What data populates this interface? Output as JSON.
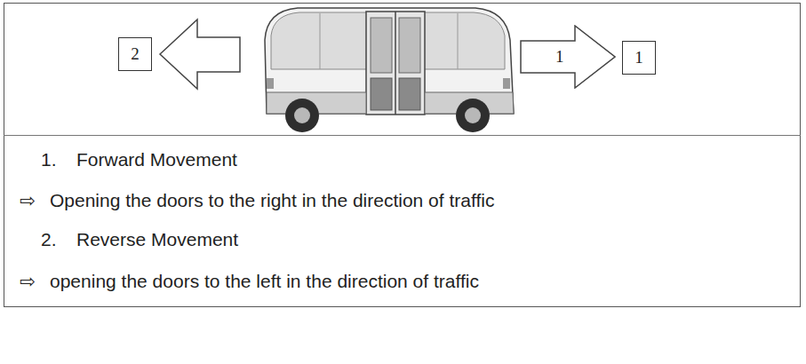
{
  "diagram": {
    "nodes": [
      {
        "text": [
          "2"
        ]
      },
      {
        "text": [
          "1"
        ]
      },
      {
        "text": [
          "1"
        ]
      }
    ],
    "labels": [
      "1.",
      "Forward Movement",
      "⇨",
      "Opening the doors to the right in the direction of traffic",
      "2.",
      "Reverse Movement",
      "⇨",
      "opening the doors to the left in the direction of traffic"
    ]
  }
}
